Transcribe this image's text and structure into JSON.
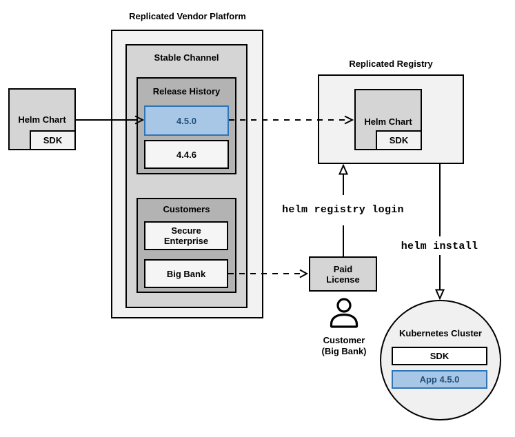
{
  "vendor_platform": {
    "title": "Replicated Vendor Platform",
    "stable_channel": {
      "title": "Stable Channel",
      "release_history": {
        "title": "Release History",
        "releases": [
          {
            "label": "4.5.0",
            "highlighted": true
          },
          {
            "label": "4.4.6",
            "highlighted": false
          }
        ]
      },
      "customers": {
        "title": "Customers",
        "items": [
          {
            "label": "Secure\nEnterprise"
          },
          {
            "label": "Big Bank"
          }
        ]
      }
    }
  },
  "helm_chart_source": {
    "label": "Helm Chart",
    "sdk_label": "SDK"
  },
  "registry": {
    "title": "Replicated Registry",
    "helm_chart_label": "Helm Chart",
    "sdk_label": "SDK"
  },
  "paid_license": {
    "label": "Paid\nLicense"
  },
  "customer": {
    "caption": "Customer\n(Big Bank)",
    "icon": "person-icon"
  },
  "commands": {
    "registry_login": "helm registry login",
    "install": "helm install"
  },
  "kubernetes_cluster": {
    "title": "Kubernetes Cluster",
    "sdk_label": "SDK",
    "app_label": "App 4.5.0"
  },
  "colors": {
    "highlight_fill": "#a8c7e7",
    "highlight_border": "#2e75b5",
    "highlight_text": "#1f4e79",
    "container_fill": "#f2f2f2",
    "panel_fill": "#d5d5d5",
    "group_fill": "#b3b3b3",
    "item_fill": "#f5f5f5",
    "line": "#000000"
  }
}
